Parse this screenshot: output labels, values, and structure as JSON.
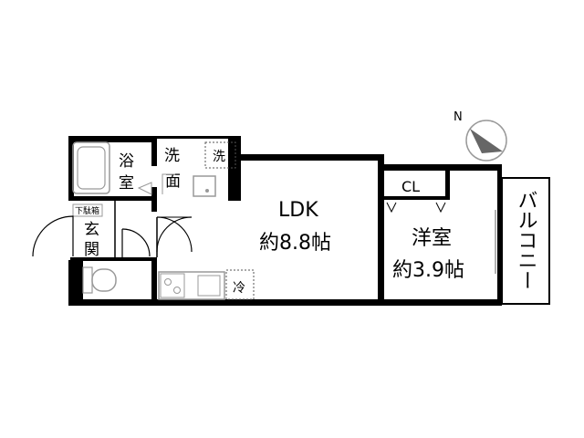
{
  "rooms": {
    "ldk": {
      "name": "LDK",
      "area": "約8.8帖"
    },
    "western": {
      "name": "洋室",
      "area": "約3.9帖"
    },
    "bath": {
      "line1": "浴",
      "line2": "室"
    },
    "washroom": {
      "line1": "洗",
      "line2": "面"
    },
    "entrance": {
      "line1": "玄",
      "line2": "関"
    },
    "closet": {
      "name": "CL"
    },
    "balcony": {
      "name": "バルコニー"
    }
  },
  "fixtures": {
    "washer_mark": "洗",
    "fridge_mark": "冷",
    "shoe_box": "下駄箱"
  },
  "compass": {
    "label": "N"
  },
  "colors": {
    "wall": "#000000",
    "fixture": "#999999",
    "dashed": "#555555"
  }
}
